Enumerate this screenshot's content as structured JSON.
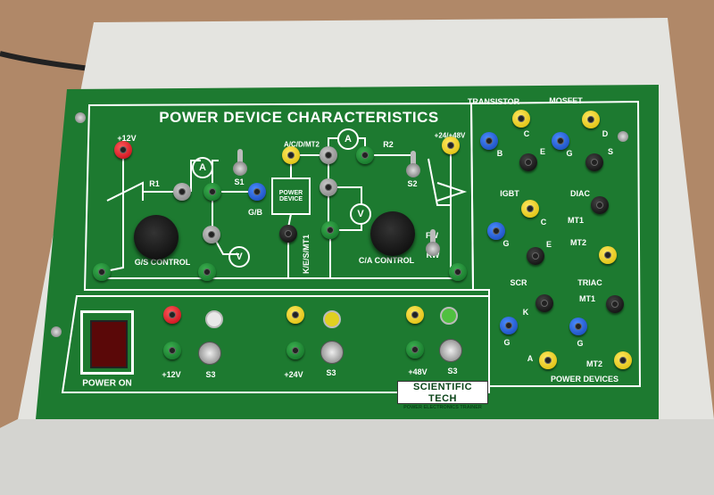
{
  "panel": {
    "title": "POWER DEVICE CHARACTERISTICS",
    "colors": {
      "board": "#1d7a30",
      "enclosure": "#e6e6e3",
      "table": "#b08868"
    },
    "circuit_labels": {
      "plus12v": "+12V",
      "r1": "R1",
      "s1": "S1",
      "gb": "G/B",
      "power_device": "POWER DEVICE",
      "acdmt2": "A/C/D/MT2",
      "r2": "R2",
      "s2": "S2",
      "plus24_48": "+24/+48V",
      "kesmt1": "K/E/S/MT1",
      "gs_control": "G/S CONTROL",
      "ca_control": "C/A CONTROL",
      "fw": "FW",
      "rw": "RW",
      "ammeter": "A",
      "voltmeter": "V",
      "plus": "+",
      "minus": "-"
    },
    "devices": {
      "transistor": {
        "name": "TRANSISTOR",
        "pins": [
          "C",
          "B",
          "E"
        ]
      },
      "mosfet": {
        "name": "MOSFET",
        "pins": [
          "D",
          "G",
          "S"
        ]
      },
      "igbt": {
        "name": "IGBT",
        "pins": [
          "C",
          "G",
          "E"
        ]
      },
      "diac": {
        "name": "DIAC",
        "pins": [
          "MT1",
          "MT2"
        ]
      },
      "scr": {
        "name": "SCR",
        "pins": [
          "K",
          "G",
          "A"
        ]
      },
      "triac": {
        "name": "TRIAC",
        "pins": [
          "MT1",
          "G",
          "MT2"
        ]
      },
      "section_label": "POWER DEVICES"
    },
    "supply": {
      "power_on": "POWER ON",
      "outputs": [
        {
          "voltage": "+12V",
          "switch": "S3"
        },
        {
          "voltage": "+24V",
          "switch": "S3"
        },
        {
          "voltage": "+48V",
          "switch": "S3"
        }
      ]
    },
    "brand": {
      "name": "SCIENTIFIC TECH",
      "subtitle": "POWER ELECTRONICS TRAINER"
    }
  }
}
